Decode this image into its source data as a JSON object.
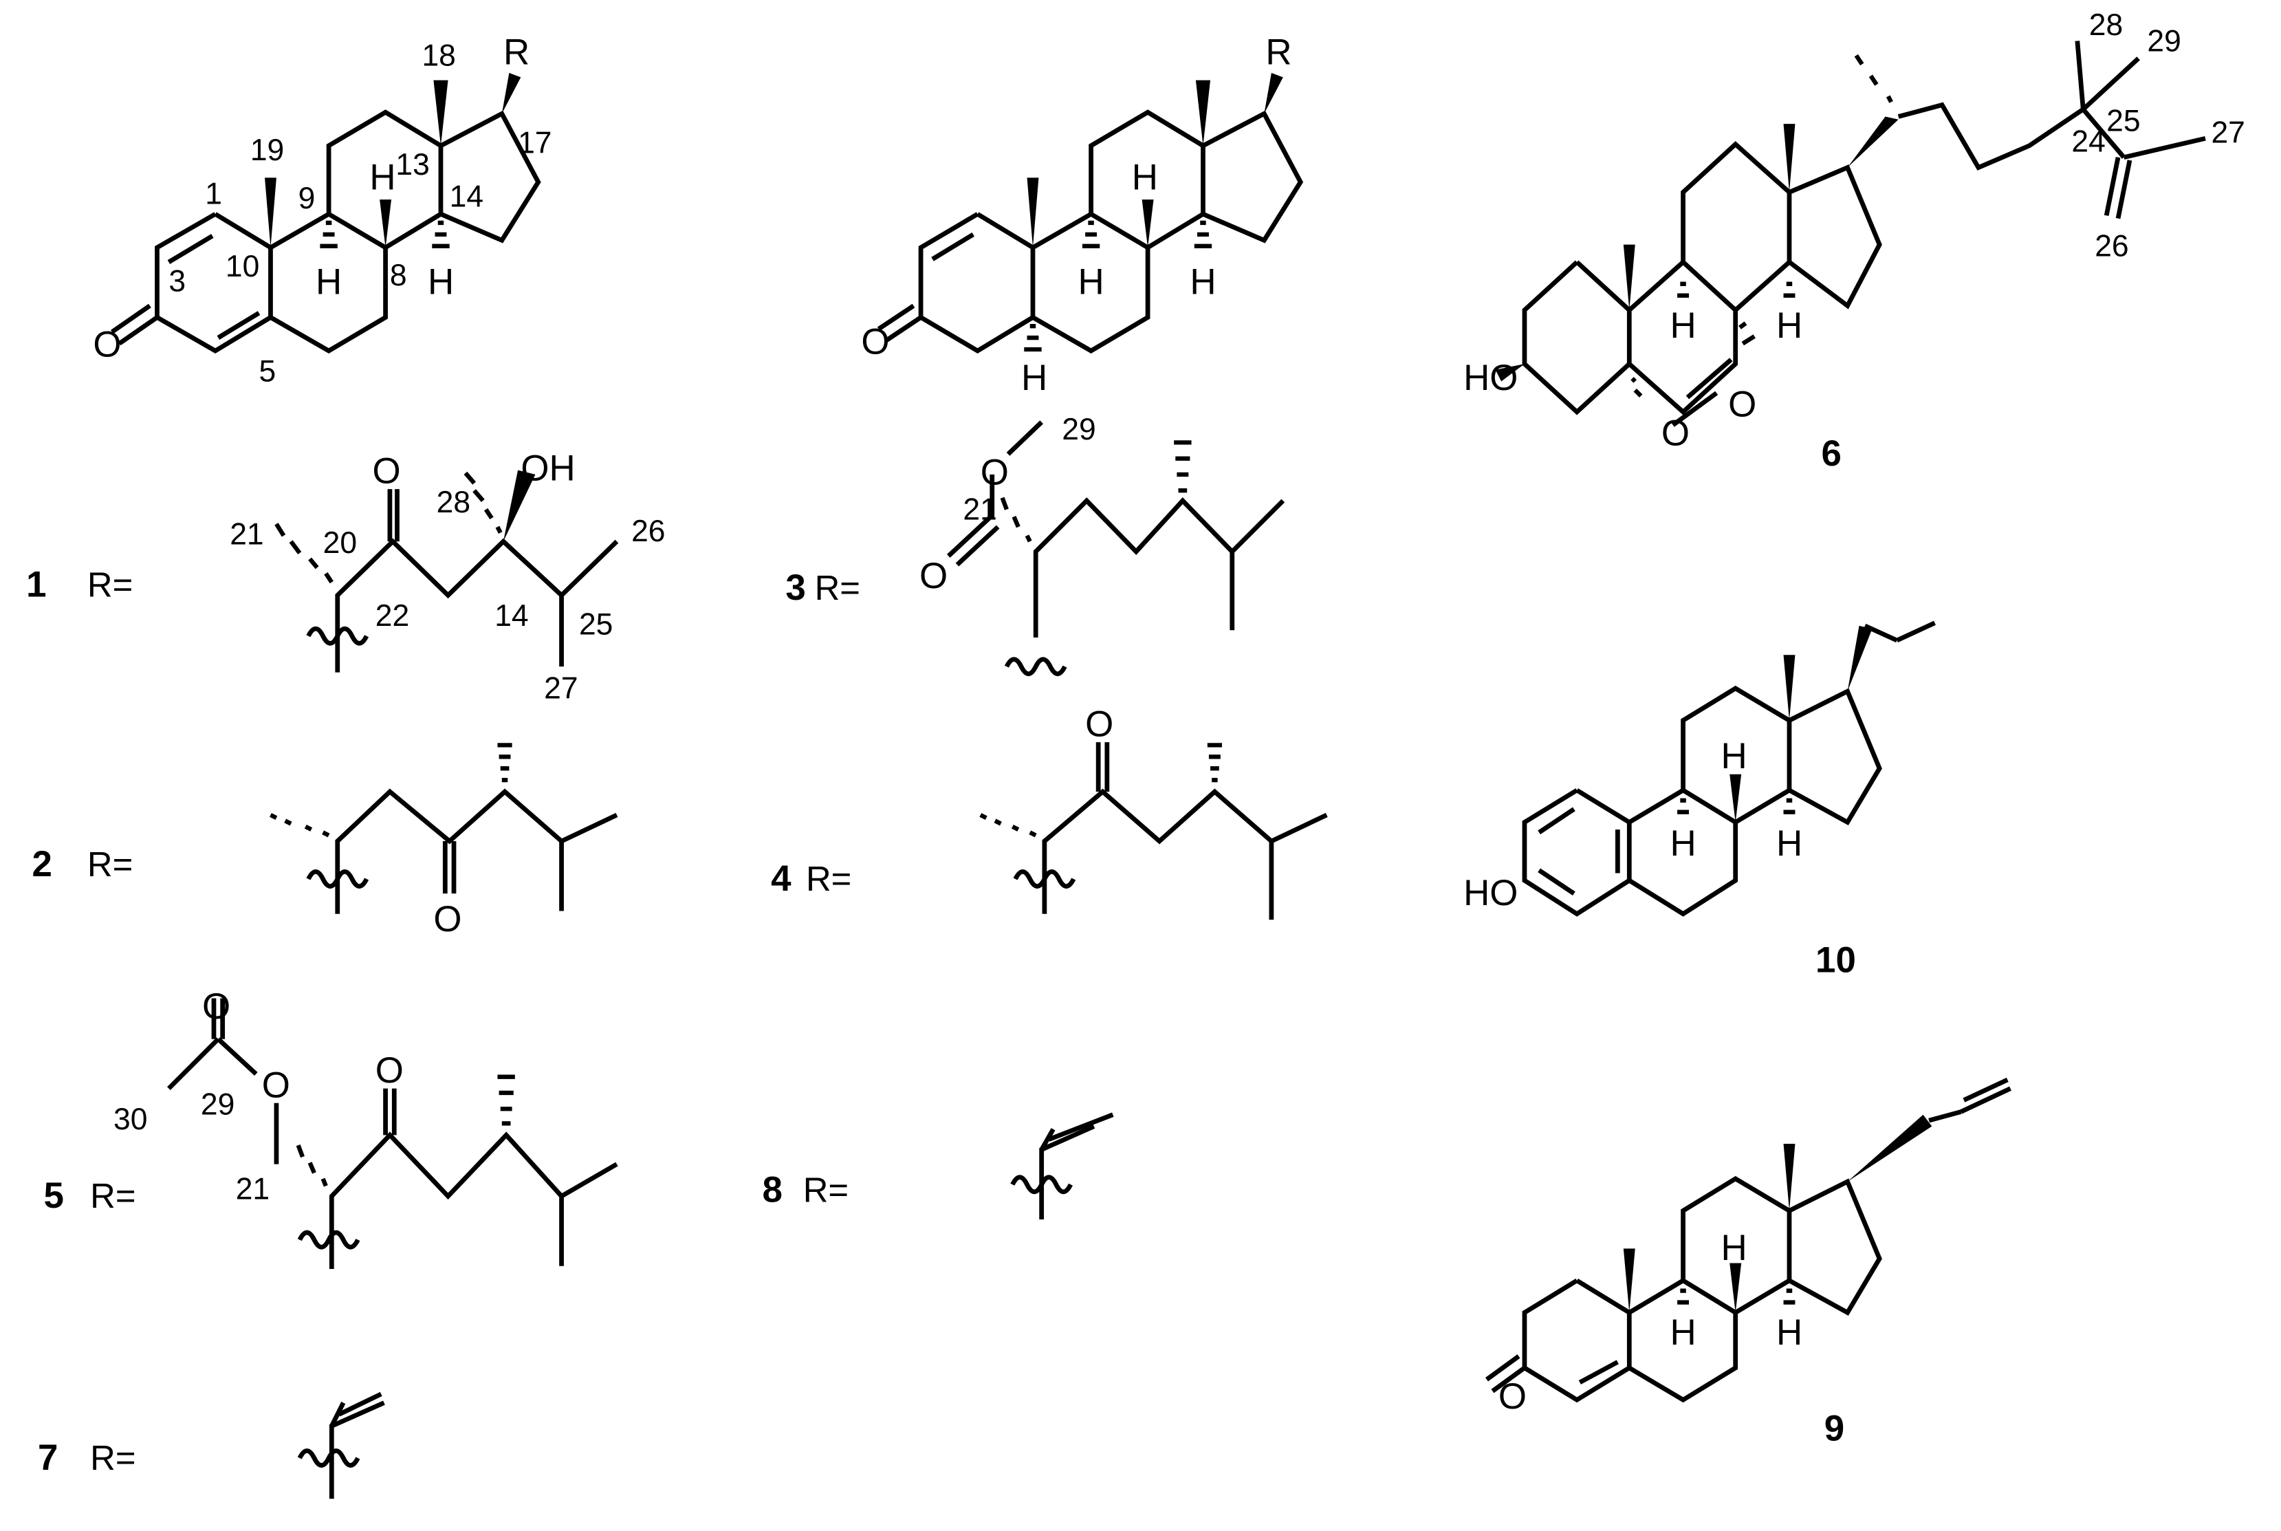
{
  "figure": {
    "title": "Steroid structures 1-10",
    "background": "#ffffff",
    "ink": "#000000"
  },
  "core_a": {
    "substituent": "R",
    "carbonyl_O": "O",
    "H8": "H",
    "H9": "H",
    "H14": "H",
    "numbering": {
      "c1": "1",
      "c3": "3",
      "c5": "5",
      "c8": "8",
      "c9": "9",
      "c10": "10",
      "c13": "13",
      "c14": "14",
      "c17": "17",
      "c18": "18",
      "c19": "19"
    }
  },
  "core_b": {
    "substituent": "R",
    "carbonyl_O": "O",
    "H5": "H",
    "H8": "H",
    "H9": "H",
    "H14": "H"
  },
  "compounds": [
    {
      "id": "1",
      "label": "R=",
      "numbering": {
        "c20": "20",
        "c21": "21",
        "c22": "22",
        "c24": "14",
        "c25": "25",
        "c26": "26",
        "c27": "27",
        "c28": "28"
      },
      "atoms": {
        "oxo": "O",
        "hydroxyl": "OH"
      }
    },
    {
      "id": "2",
      "label": "R=",
      "atoms": {
        "oxo": "O"
      }
    },
    {
      "id": "3",
      "label": "R=",
      "numbering": {
        "c21": "21",
        "c29": "29"
      },
      "atoms": {
        "ester_O": "O",
        "carbonyl_O": "O"
      }
    },
    {
      "id": "4",
      "label": "R=",
      "atoms": {
        "oxo": "O"
      }
    },
    {
      "id": "5",
      "label": "R=",
      "numbering": {
        "c21": "21",
        "c29": "29",
        "c30": "30"
      },
      "atoms": {
        "acetate_O": "O",
        "ether_O": "O",
        "oxo": "O"
      }
    },
    {
      "id": "6",
      "numbering": {
        "c24": "24",
        "c25": "25",
        "c26": "26",
        "c27": "27",
        "c28": "28",
        "c29": "29"
      },
      "atoms": {
        "hydroxyl": "HO",
        "peroxide_O1": "O",
        "peroxide_O2": "O",
        "H9": "H",
        "H14": "H"
      }
    },
    {
      "id": "7",
      "label": "R="
    },
    {
      "id": "8",
      "label": "R="
    },
    {
      "id": "9",
      "atoms": {
        "oxo": "O",
        "H8": "H",
        "H9": "H",
        "H14": "H"
      }
    },
    {
      "id": "10",
      "atoms": {
        "hydroxyl": "HO",
        "H8": "H",
        "H9": "H",
        "H14": "H"
      }
    }
  ]
}
